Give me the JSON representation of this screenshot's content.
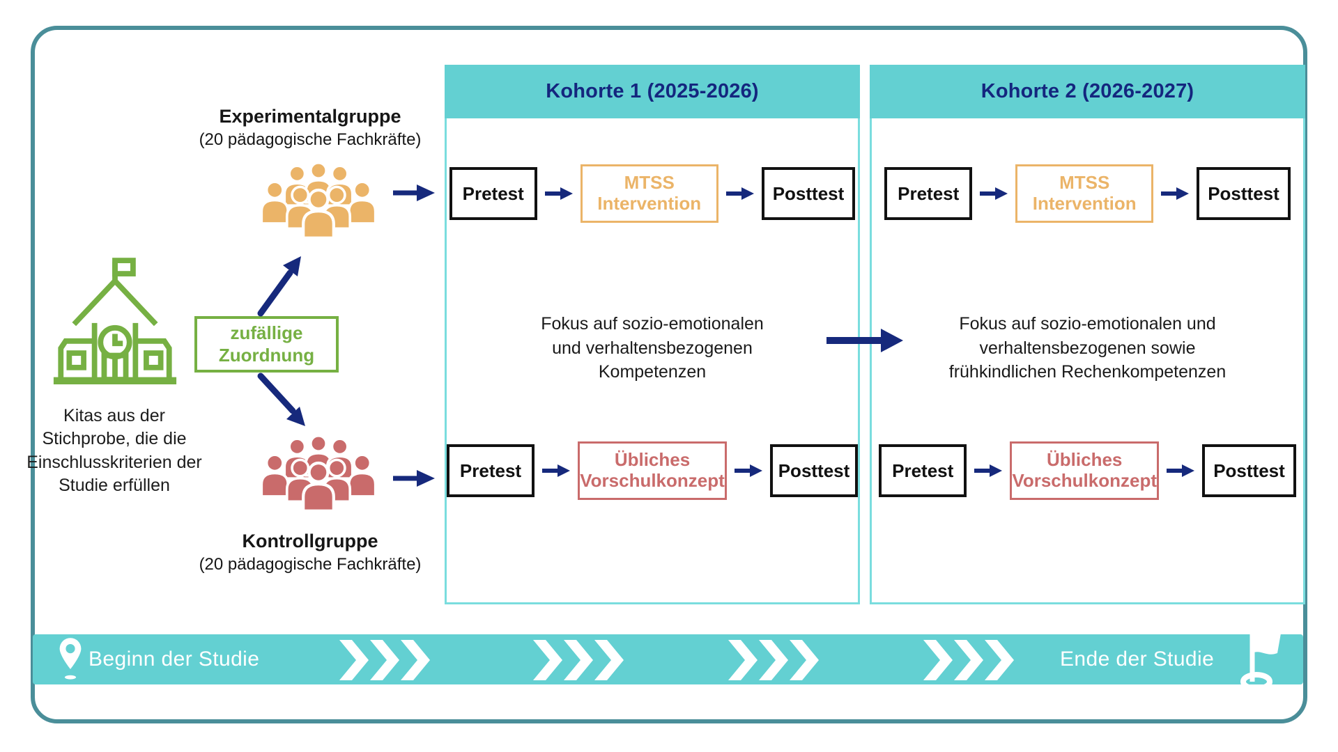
{
  "diagram": {
    "source_note": "Kitas aus der Stichprobe, die die Einschlusskriterien der Studie erfüllen",
    "randomization_label": "zufällige Zuordnung",
    "experimental_group": {
      "name": "Experimentalgruppe",
      "detail": "(20 pädagogische Fachkräfte)"
    },
    "control_group": {
      "name": "Kontrollgruppe",
      "detail": "(20 pädagogische Fachkräfte)"
    }
  },
  "cohorts": [
    {
      "title": "Kohorte 1 (2025-2026)",
      "pretest_label": "Pretest",
      "intervention_label": "MTSS Intervention",
      "posttest_label": "Posttest",
      "control_condition_label": "Übliches Vorschulkonzept",
      "focus_text": "Fokus auf sozio-emotionalen und verhaltensbezogenen Kompetenzen"
    },
    {
      "title": "Kohorte 2 (2026-2027)",
      "pretest_label": "Pretest",
      "intervention_label": "MTSS Intervention",
      "posttest_label": "Posttest",
      "control_condition_label": "Übliches Vorschulkonzept",
      "focus_text": "Fokus auf sozio-emotionalen und verhaltensbezogenen sowie frühkindlichen Rechenkompetenzen"
    }
  ],
  "timeline": {
    "start_label": "Beginn der Studie",
    "end_label": "Ende der Studie"
  },
  "icons": {
    "source": "school-building-icon",
    "experimental_group": "people-group-icon",
    "control_group": "people-group-icon",
    "timeline_start": "location-pin-icon",
    "timeline_end": "finish-flag-icon",
    "timeline_progress": "triple-chevron-icon"
  },
  "colors": {
    "teal_fill": "#63D0D2",
    "panel_border": "#7ADDDE",
    "frame_border": "#4A8E99",
    "navy_arrow": "#16297C",
    "green": "#76B043",
    "orange": "#EBB468",
    "salmon": "#C96B6B",
    "box_black": "#111111"
  }
}
